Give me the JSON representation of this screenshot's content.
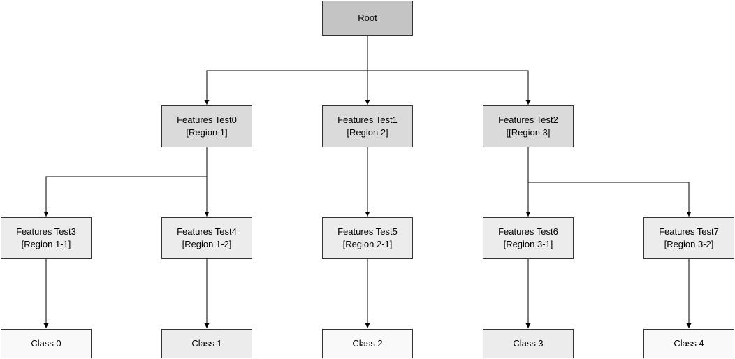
{
  "diagram": {
    "nodes": {
      "root": {
        "lines": [
          "Root"
        ]
      },
      "ft0": {
        "lines": [
          "Features Test0",
          "[Region 1]"
        ]
      },
      "ft1": {
        "lines": [
          "Features Test1",
          "[Region 2]"
        ]
      },
      "ft2": {
        "lines": [
          "Features Test2",
          "[[Region 3]"
        ]
      },
      "ft3": {
        "lines": [
          "Features Test3",
          "[Region 1-1]"
        ]
      },
      "ft4": {
        "lines": [
          "Features Test4",
          "[Region 1-2]"
        ]
      },
      "ft5": {
        "lines": [
          "Features Test5",
          "[Region 2-1]"
        ]
      },
      "ft6": {
        "lines": [
          "Features Test6",
          "[Region 3-1]"
        ]
      },
      "ft7": {
        "lines": [
          "Features Test7",
          "[Region 3-2]"
        ]
      },
      "c0": {
        "lines": [
          "Class 0"
        ]
      },
      "c1": {
        "lines": [
          "Class 1"
        ]
      },
      "c2": {
        "lines": [
          "Class 2"
        ]
      },
      "c3": {
        "lines": [
          "Class 3"
        ]
      },
      "c4": {
        "lines": [
          "Class 4"
        ]
      }
    },
    "edges": [
      {
        "from": "root",
        "to": "ft0"
      },
      {
        "from": "root",
        "to": "ft1"
      },
      {
        "from": "root",
        "to": "ft2"
      },
      {
        "from": "ft0",
        "to": "ft3"
      },
      {
        "from": "ft0",
        "to": "ft4"
      },
      {
        "from": "ft1",
        "to": "ft5"
      },
      {
        "from": "ft2",
        "to": "ft6"
      },
      {
        "from": "ft2",
        "to": "ft7"
      },
      {
        "from": "ft3",
        "to": "c0"
      },
      {
        "from": "ft4",
        "to": "c1"
      },
      {
        "from": "ft5",
        "to": "c2"
      },
      {
        "from": "ft6",
        "to": "c3"
      },
      {
        "from": "ft7",
        "to": "c4"
      }
    ],
    "colors": {
      "root_fill": "#c4c4c4",
      "level1_fill": "#dadada",
      "level2_fill": "#ececec",
      "leaf_light_fill": "#f9f9f9",
      "leaf_grey_fill": "#ececec",
      "border": "#333333",
      "line": "#000000"
    }
  }
}
